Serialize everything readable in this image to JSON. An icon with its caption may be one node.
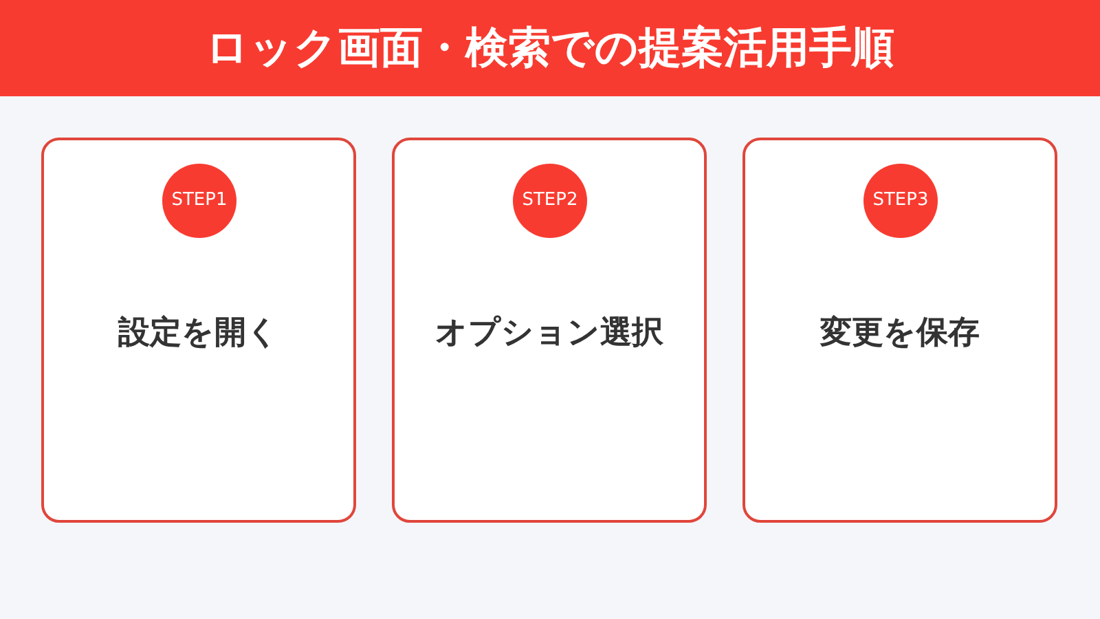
{
  "diagram": {
    "title": "ロック画面・検索での提案活用手順",
    "nodes": [
      {
        "text": [
          "設定を開く"
        ]
      },
      {
        "text": [
          "STEP1"
        ],
        "in": 0
      },
      {
        "text": [
          "オプション選択"
        ]
      },
      {
        "text": [
          "STEP2"
        ],
        "in": 2
      },
      {
        "text": [
          "変更を保存"
        ]
      },
      {
        "text": [
          "STEP3"
        ],
        "in": 4
      }
    ]
  }
}
